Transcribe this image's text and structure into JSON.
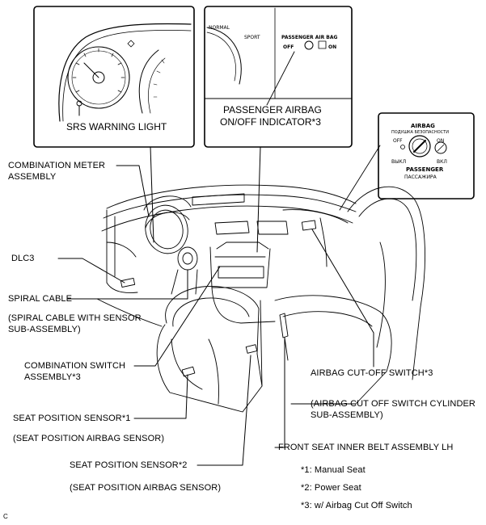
{
  "insets": {
    "srs": {
      "label": "SRS WARNING LIGHT"
    },
    "passenger_indicator": {
      "label_line1": "PASSENGER AIRBAG",
      "label_line2": "ON/OFF INDICATOR*3",
      "panel_text": "PASSENGER AIR BAG",
      "off_text": "OFF",
      "on_text": "ON",
      "gauge_normal": "NORMAL",
      "gauge_sport": "SPORT"
    },
    "cutoff_switch": {
      "title": "AIRBAG",
      "subtitle": "ПОДУШКА БЕЗОПАСНОСТИ",
      "off": "OFF",
      "on": "ON",
      "off_ru": "ВЫКЛ",
      "on_ru": "ВКЛ",
      "passenger": "PASSENGER",
      "passenger_ru": "ПАССАЖИРА"
    }
  },
  "labels": {
    "combination_meter_1": "COMBINATION METER",
    "combination_meter_2": "ASSEMBLY",
    "dlc3": "DLC3",
    "spiral_cable": "SPIRAL CABLE",
    "spiral_cable_sub_1": "(SPIRAL CABLE WITH SENSOR",
    "spiral_cable_sub_2": "SUB-ASSEMBLY)",
    "combination_switch_1": "COMBINATION SWITCH",
    "combination_switch_2": "ASSEMBLY*3",
    "seat_position_sensor_1": "SEAT POSITION SENSOR*1",
    "seat_position_sensor_1_sub": "(SEAT POSITION AIRBAG SENSOR)",
    "seat_position_sensor_2": "SEAT POSITION SENSOR*2",
    "seat_position_sensor_2_sub": "(SEAT POSITION AIRBAG SENSOR)",
    "airbag_cutoff_switch": "AIRBAG CUT-OFF SWITCH*3",
    "airbag_cutoff_sub_1": "(AIRBAG CUT OFF SWITCH CYLINDER",
    "airbag_cutoff_sub_2": "SUB-ASSEMBLY)",
    "front_seat_belt": "FRONT SEAT INNER BELT ASSEMBLY LH"
  },
  "notes": [
    "*1: Manual Seat",
    "*2: Power Seat",
    "*3: w/ Airbag Cut Off Switch"
  ],
  "figure_code": "C"
}
